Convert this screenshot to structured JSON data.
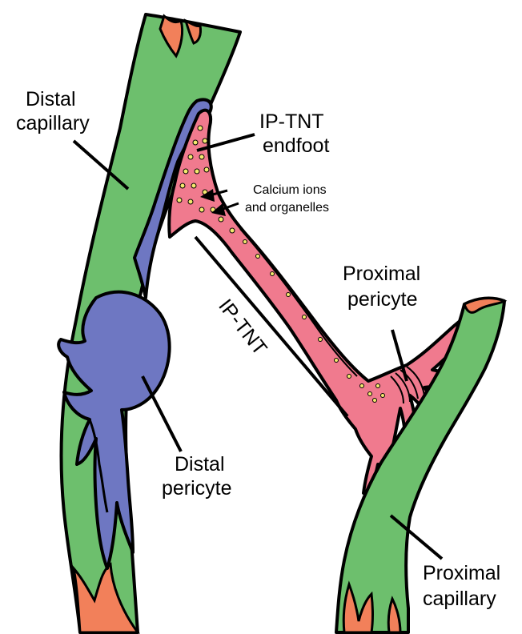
{
  "labels": {
    "distal_capillary": [
      "Distal",
      "capillary"
    ],
    "ip_tnt_endfoot": [
      "IP-TNT",
      "endfoot"
    ],
    "calcium_ions": [
      "Calcium ions",
      "and organelles"
    ],
    "proximal_pericyte": [
      "Proximal",
      "pericyte"
    ],
    "ip_tnt": "IP-TNT",
    "distal_pericyte": [
      "Distal",
      "pericyte"
    ],
    "proximal_capillary": [
      "Proximal",
      "capillary"
    ]
  },
  "colors": {
    "capillary": "#6dbf6d",
    "capillary_end": "#f2805a",
    "distal_pericyte": "#6e77c2",
    "ip_tnt": "#f07a8e",
    "vesicle": "#f5ea6e",
    "outline": "#000000"
  }
}
